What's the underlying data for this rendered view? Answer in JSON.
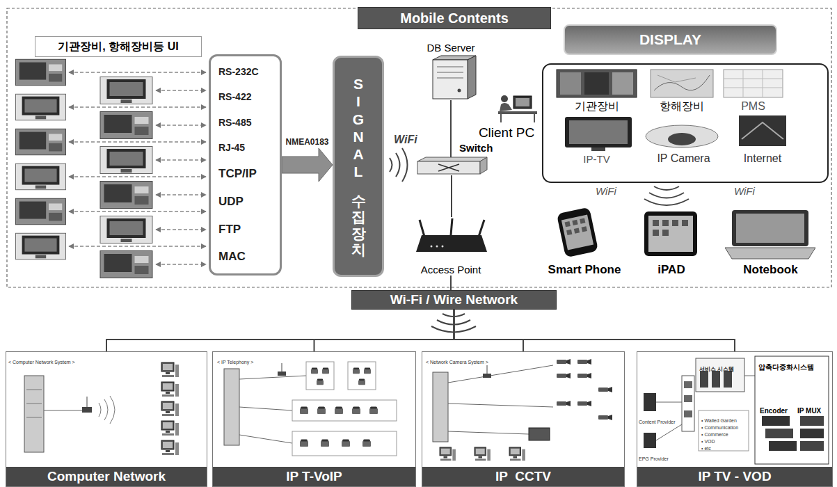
{
  "diagram": {
    "nodes": [
      {
        "text": [
          "Mobile Contents"
        ]
      },
      {
        "text": [
          "기관장비, 항해장비등 UI"
        ]
      },
      {
        "text": [
          "RS-232C",
          "RS-422",
          "RS-485",
          "RJ-45",
          "TCP/IP",
          "UDP",
          "FTP",
          "MAC"
        ]
      },
      {
        "text": [
          "SIGNAL",
          "수집장치"
        ]
      },
      {
        "text": [
          "DB Server"
        ]
      },
      {
        "text": [
          "Client PC"
        ]
      },
      {
        "text": [
          "Switch"
        ]
      },
      {
        "text": [
          "Access Point"
        ]
      },
      {
        "text": [
          "DISPLAY"
        ]
      },
      {
        "text": [
          "기관장비"
        ]
      },
      {
        "text": [
          "항해장비"
        ]
      },
      {
        "text": [
          "PMS"
        ]
      },
      {
        "text": [
          "IP-TV"
        ]
      },
      {
        "text": [
          "IP Camera"
        ]
      },
      {
        "text": [
          "Internet"
        ]
      },
      {
        "text": [
          "Smart Phone"
        ]
      },
      {
        "text": [
          "iPAD"
        ]
      },
      {
        "text": [
          "Notebook"
        ]
      },
      {
        "text": [
          "Wi-Fi / Wire Network"
        ]
      },
      {
        "text": [
          "Computer Network"
        ]
      },
      {
        "text": [
          "IP T-VoIP"
        ]
      },
      {
        "text": [
          "IP  CCTV"
        ]
      },
      {
        "text": [
          "IP TV - VOD"
        ]
      }
    ],
    "edges": [
      {
        "from": 2,
        "to": 3,
        "label": "NMEA0183",
        "arrow": "to"
      },
      {
        "from": 4,
        "to": 6,
        "arrow": "none"
      },
      {
        "from": 6,
        "to": 7,
        "arrow": "none"
      },
      {
        "from": 7,
        "to": 18,
        "arrow": "none"
      },
      {
        "from": 18,
        "to": 19,
        "arrow": "none"
      },
      {
        "from": 18,
        "to": 20,
        "arrow": "none"
      },
      {
        "from": 18,
        "to": 21,
        "arrow": "none"
      },
      {
        "from": 18,
        "to": 22,
        "arrow": "none"
      }
    ],
    "labels": [
      "WiFi",
      "WiFi",
      "WiFi",
      "< Computer Network System >",
      "< IP Telephony >",
      "< Network Camera System >",
      "서비스 시스템",
      "압축다중화시스템",
      "Content Provider",
      "EPG Provider",
      "• Walled Garden",
      "• Communication",
      "• Commerce",
      "• VOD",
      "• etc",
      "Encoder",
      "IP MUX"
    ]
  }
}
